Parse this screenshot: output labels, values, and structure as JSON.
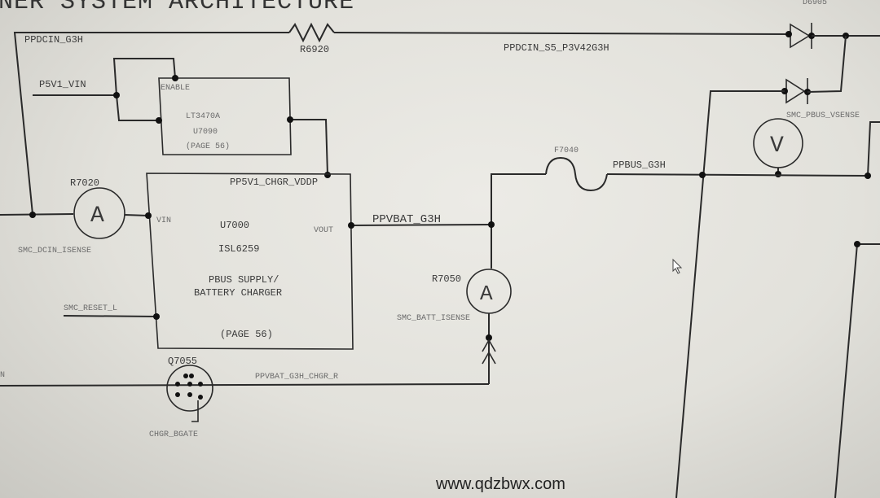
{
  "title": "NER SYSTEM ARCHITECTURE",
  "top_right_ref": "D6905",
  "nets": {
    "ppdcin_g3h": "PPDCIN_G3H",
    "ppdcin_s5": "PPDCIN_S5_P3V42G3H",
    "p5v1_vin": "P5V1_VIN",
    "pp5v1_chgr_vddp": "PP5V1_CHGR_VDDP",
    "ppvbat_g3h": "PPVBAT_G3H",
    "ppbus_g3h": "PPBUS_G3H",
    "smc_reset_l": "SMC_RESET_L",
    "ppvbat_g3h_chgr_r": "PPVBAT_G3H_CHGR_R",
    "chgr_bgate": "CHGR_BGATE",
    "smc_dcin_isense": "SMC_DCIN_ISENSE",
    "smc_batt_isense": "SMC_BATT_ISENSE",
    "smc_pbus_vsense": "SMC_PBUS_VSENSE",
    "left_cut": "N"
  },
  "components": {
    "r6920": "R6920",
    "r7020": "R7020",
    "r7050": "R7050",
    "f7040": "F7040",
    "q7055": "Q7055",
    "ammeter_symbol": "A",
    "voltmeter_symbol": "V",
    "lt3470": {
      "enable": "ENABLE",
      "part": "LT3470A",
      "ref": "U7090",
      "page": "(PAGE 56)"
    },
    "u7000": {
      "ref": "U7000",
      "part": "ISL6259",
      "desc1": "PBUS SUPPLY/",
      "desc2": "BATTERY CHARGER",
      "page": "(PAGE 56)",
      "vin": "VIN",
      "vout": "VOUT"
    }
  },
  "watermark": "www.qdzbwx.com"
}
